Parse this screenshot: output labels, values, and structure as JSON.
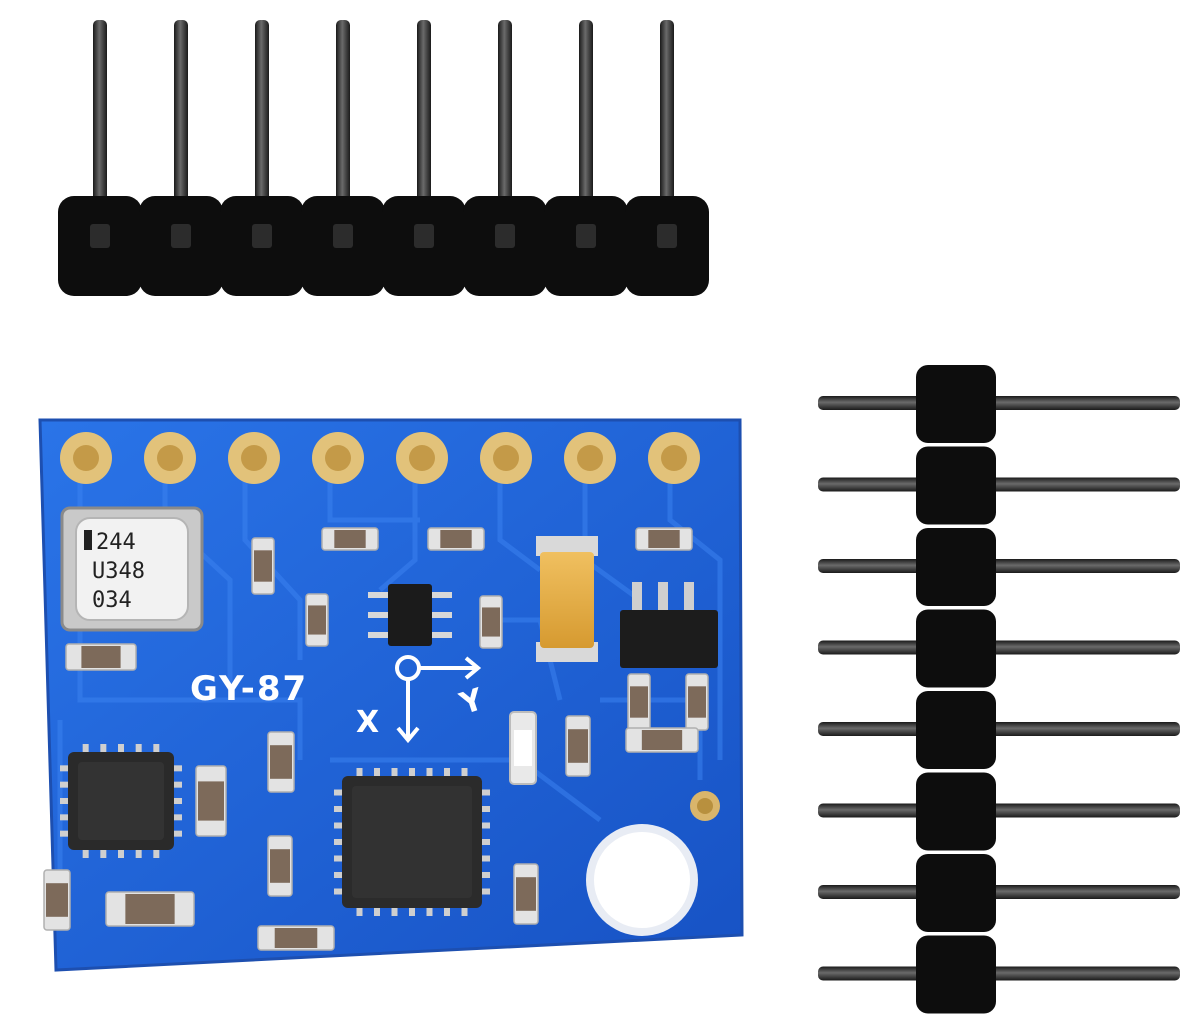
{
  "board": {
    "model_label": "GY-87",
    "axis_x_label": "X",
    "axis_y_label": "Y",
    "pressure_sensor_marking": [
      "244",
      "U348",
      "034"
    ],
    "pcb_color": "#1f63d8",
    "pad_color": "#e2c27a"
  },
  "headers": {
    "pin_count": 8,
    "plastic_color": "#0d0d0d",
    "pin_color": "#3a3a3a"
  }
}
